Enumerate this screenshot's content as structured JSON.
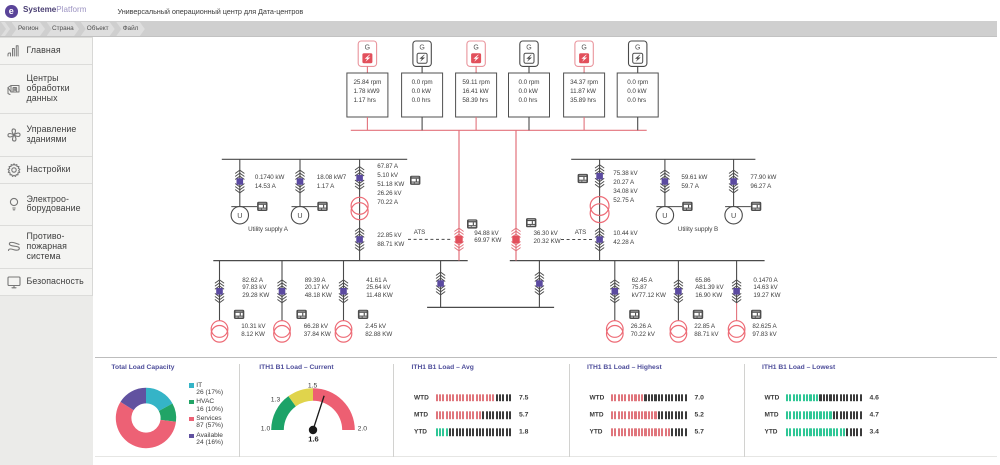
{
  "header": {
    "brand_bold": "Systeme",
    "brand_light": "Platform",
    "logo_glyph": "e",
    "title": "Универсальный операционный центр для Дата-центров"
  },
  "breadcrumbs": [
    "Регион",
    "Страна",
    "Объект",
    "Файл"
  ],
  "sidebar": {
    "items": [
      {
        "icon": "home-activity-icon",
        "label": "Главная"
      },
      {
        "icon": "data-center-icon",
        "label": "Центры\nобработки\nданных"
      },
      {
        "icon": "fan-icon",
        "label": "Управление\nзданиями"
      },
      {
        "icon": "gear-icon",
        "label": "Настройки"
      },
      {
        "icon": "bulb-icon",
        "label": "Электроо-\nборудование"
      },
      {
        "icon": "fire-system-icon",
        "label": "Противо-\nпожарная\nсистема"
      },
      {
        "icon": "monitor-icon",
        "label": "Безопасность"
      }
    ]
  },
  "diagram": {
    "generator_letter": "G",
    "utility_letter": "U",
    "generators": [
      {
        "running": true,
        "stats": "25.84 rpm\n1.78 kW9\n1.17 hrs"
      },
      {
        "running": false,
        "stats": "0.0 rpm\n0.0 kW\n0.0 hrs"
      },
      {
        "running": true,
        "stats": "59.11 rpm\n16.41 kW\n58.39 hrs"
      },
      {
        "running": false,
        "stats": "0.0 rpm\n0.0 kW\n0.0 hrs"
      },
      {
        "running": true,
        "stats": "34.37 rpm\n11.87 kW\n35.89 hrs"
      },
      {
        "running": false,
        "stats": "0.0 rpm\n0.0 kW\n0.0 hrs"
      }
    ],
    "labels": {
      "feedA1": "0.1740 kW\n14.53 A",
      "feedA2": "18.08 kW7\n1.17 A",
      "trA_top": "67.87 A\n5.10 kV\n51.18 KW\n26.26 kV\n70.22 A",
      "trA_bot": "22.85 kV\n88.71 KW",
      "ats_left_label": "ATS",
      "ats_left_val": "94.88 kV\n69.97 KW",
      "ats_right_val": "36.30 kV\n20.32 KW",
      "ats_right_label": "ATS",
      "trB_top": "75.38 kV\n20.27 A\n34.08 kV\n52.75 A",
      "trB_bot": "10.44 kV\n42.28 A",
      "feedB1": "59.61 kW\n59.7 A",
      "feedB2": "77.90 kW\n96.27 A",
      "utilityA": "Utility supply A",
      "utilityB": "Utility supply B",
      "bl1_top": "82.62 A\n97.83 kV\n29.28 KW",
      "bl2_top": "89.39 A\n20.17 kV\n48.18 KW",
      "bl3_top": "41.61 A\n25.64 kV\n11.48 KW",
      "bl1_bot": "10.31 kV\n8.12 KW",
      "bl2_bot": "66.28 kV\n37.84 KW",
      "bl3_bot": "2.45 kV\n82.88 KW",
      "br1_top": "62.45 A\n75.87\nkV77.12 KW",
      "br2_top": "65.86\nA81.39 kV\n16.90 KW",
      "br3_top": "0.1470 A\n14.63 kV\n19.27 KW",
      "br1_bot": "26.26 A\n70.22 kV",
      "br2_bot": "22.85 A\n88.71 kV",
      "br3_bot": "82.625 A\n97.83 kV"
    }
  },
  "panels": {
    "capacity": {
      "title": "Total Load Capacity",
      "slices": [
        {
          "name": "IT",
          "value": 26,
          "pct": 17,
          "detail": "26 (17%)",
          "color": "#35b4c7"
        },
        {
          "name": "HVAC",
          "value": 16,
          "pct": 10,
          "detail": "16 (10%)",
          "color": "#21a466"
        },
        {
          "name": "Services",
          "value": 87,
          "pct": 57,
          "detail": "87 (57%)",
          "color": "#ed6175"
        },
        {
          "name": "Available",
          "value": 24,
          "pct": 16,
          "detail": "24 (16%)",
          "color": "#6152a0"
        }
      ]
    },
    "current": {
      "title": "ITH1 B1 Load – Current",
      "min": 1.0,
      "max": 2.0,
      "value": 1.6,
      "value_label": "1.6",
      "bands": [
        {
          "from": 1.0,
          "to": 1.3,
          "color": "#1ca368"
        },
        {
          "from": 1.3,
          "to": 1.5,
          "color": "#e0d44c"
        },
        {
          "from": 1.5,
          "to": 2.0,
          "color": "#ed5f72"
        }
      ],
      "ticks": [
        "1.0",
        "1.3",
        "1.5",
        "2.0"
      ]
    },
    "bars": [
      {
        "title": "ITH1 B1 Load – Avg",
        "rows": [
          {
            "label": "WTD",
            "value": "7.5",
            "filled": 18,
            "color": "#e0757c"
          },
          {
            "label": "MTD",
            "value": "5.7",
            "filled": 14,
            "color": "#e0757c"
          },
          {
            "label": "YTD",
            "value": "1.8",
            "filled": 4,
            "color": "#2fc796"
          }
        ]
      },
      {
        "title": "ITH1 B1 Load – Highest",
        "rows": [
          {
            "label": "WTD",
            "value": "7.0",
            "filled": 10,
            "color": "#e0757c"
          },
          {
            "label": "MTD",
            "value": "5.2",
            "filled": 14,
            "color": "#e0757c"
          },
          {
            "label": "YTD",
            "value": "5.7",
            "filled": 18,
            "color": "#e0757c"
          }
        ]
      },
      {
        "title": "ITH1 B1 Load – Lowest",
        "rows": [
          {
            "label": "WTD",
            "value": "4.6",
            "filled": 10,
            "color": "#2fc796"
          },
          {
            "label": "MTD",
            "value": "4.7",
            "filled": 14,
            "color": "#2fc796"
          },
          {
            "label": "YTD",
            "value": "3.4",
            "filled": 18,
            "color": "#2fc796"
          }
        ]
      }
    ],
    "segments_total": 23,
    "segment_off_color": "#3b3b3b"
  },
  "chart_data": [
    {
      "type": "pie",
      "title": "Total Load Capacity",
      "categories": [
        "IT",
        "HVAC",
        "Services",
        "Available"
      ],
      "values": [
        26,
        16,
        87,
        24
      ],
      "percents": [
        17,
        10,
        57,
        16
      ],
      "legend_position": "right"
    },
    {
      "type": "gauge",
      "title": "ITH1 B1 Load – Current",
      "value": 1.6,
      "range": [
        1.0,
        2.0
      ],
      "bands": [
        [
          1.0,
          1.3
        ],
        [
          1.3,
          1.5
        ],
        [
          1.5,
          2.0
        ]
      ],
      "tick_labels": [
        "1.0",
        "1.3",
        "1.5",
        "2.0"
      ]
    },
    {
      "type": "bar",
      "title": "ITH1 B1 Load – Avg",
      "categories": [
        "WTD",
        "MTD",
        "YTD"
      ],
      "values": [
        7.5,
        5.7,
        1.8
      ]
    },
    {
      "type": "bar",
      "title": "ITH1 B1 Load – Highest",
      "categories": [
        "WTD",
        "MTD",
        "YTD"
      ],
      "values": [
        7.0,
        5.2,
        5.7
      ]
    },
    {
      "type": "bar",
      "title": "ITH1 B1 Load – Lowest",
      "categories": [
        "WTD",
        "MTD",
        "YTD"
      ],
      "values": [
        4.6,
        4.7,
        3.4
      ]
    }
  ]
}
